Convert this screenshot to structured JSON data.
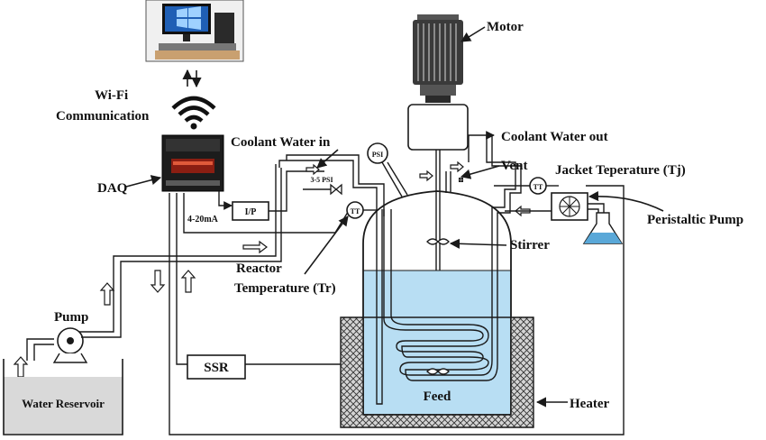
{
  "labels": {
    "wifi_line1": "Wi-Fi",
    "wifi_line2": "Communication",
    "daq": "DAQ",
    "coolant_in": "Coolant Water in",
    "coolant_out": "Coolant Water out",
    "motor": "Motor",
    "vent": "Vent",
    "jacket_temp": "Jacket Teperature (Tj)",
    "peristaltic_pump": "Peristaltic Pump",
    "stirrer": "Stirrer",
    "reactor_temp_line1": "Reactor",
    "reactor_temp_line2": "Temperature (Tr)",
    "pump": "Pump",
    "water_reservoir": "Water Reservoir",
    "ssr": "SSR",
    "feed": "Feed",
    "heater": "Heater",
    "ip": "I/P",
    "signal": "4-20mA",
    "pressure_range": "3-5 PSI",
    "psi": "PSI",
    "tt_reactor": "TT",
    "tt_jacket": "TT"
  },
  "colors": {
    "liquid": "#b8def3",
    "reservoir_water": "#d9d9d9",
    "line": "#1a1a1a",
    "daq_panel": "#1c1c1c",
    "daq_display": "#8b1e12",
    "monitor_screen": "#1f5fb5"
  },
  "icons": [
    "computer-icon",
    "bidirectional-arrows-icon",
    "wifi-icon",
    "motor-icon",
    "flask-icon",
    "pump-icon"
  ]
}
